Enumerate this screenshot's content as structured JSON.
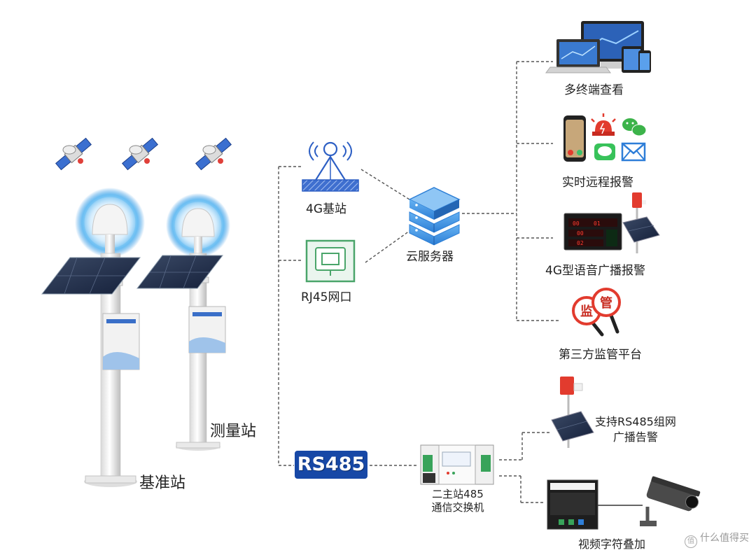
{
  "labels": {
    "base_station": "基准站",
    "measure_station": "测量站",
    "tower_4g": "4G基站",
    "rj45": "RJ45网口",
    "cloud": "云服务器",
    "multi_terminal": "多终端查看",
    "remote_alarm": "实时远程报警",
    "voice_broadcast": "4G型语音广播报警",
    "third_party": "第三方监管平台",
    "rs485": "RS485",
    "switch_line1": "二主站485",
    "switch_line2": "通信交换机",
    "rs485_broadcast_line1": "支持RS485组网",
    "rs485_broadcast_line2": "广播告警",
    "video_overlay": "视频字符叠加"
  },
  "badge_chars": {
    "left": "监",
    "right": "管"
  },
  "display_readouts": [
    "00",
    "01",
    "00",
    "02"
  ],
  "watermark": {
    "icon": "值",
    "text": "什么值得买"
  },
  "colors": {
    "accent_blue": "#1748a6",
    "cloud_blue": "#3a8ee0",
    "rj45_green": "#4aa56a",
    "alarm_red": "#e23b2e",
    "connector_gray": "#555555"
  }
}
